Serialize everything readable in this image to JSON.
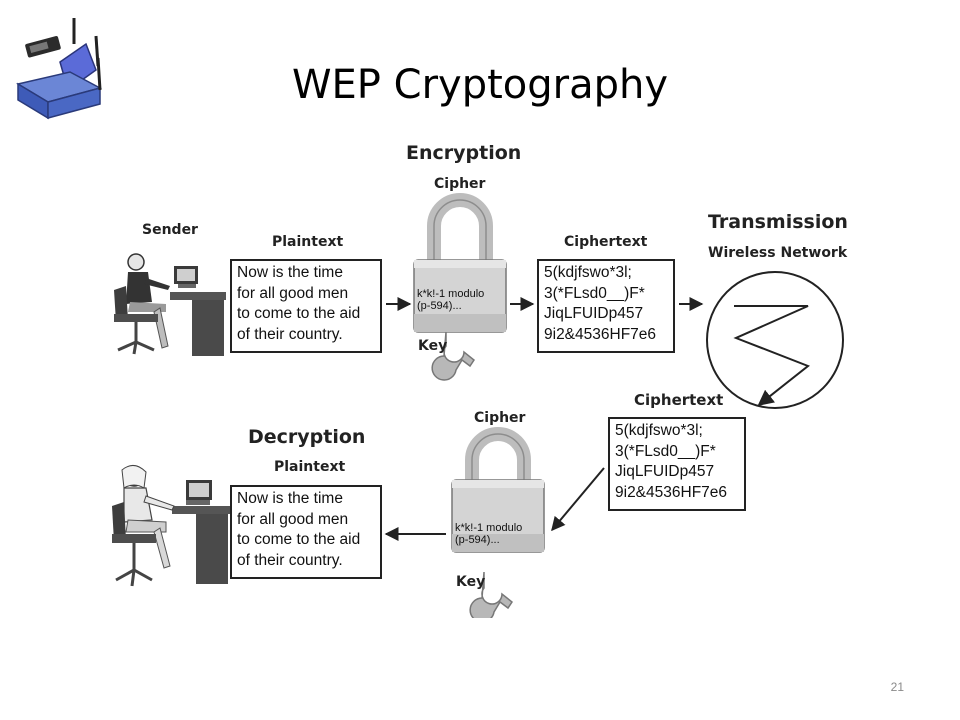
{
  "title": "WEP Cryptography",
  "page_number": "21",
  "router_icon": "wireless-router-icon",
  "encryption": {
    "heading": "Encryption",
    "sender_label": "Sender",
    "plaintext_label": "Plaintext",
    "plaintext": "Now is the time\nfor all good men\nto come to the aid\nof their country.",
    "cipher_label": "Cipher",
    "key_text": "k*k!-1 modulo\n(p-594)...",
    "key_label": "Key",
    "ciphertext_label": "Ciphertext",
    "ciphertext": "5(kdjfswo*3l;\n3(*FLsd0__)F*\nJiqLFUIDp457\n9i2&4536HF7e6"
  },
  "transmission": {
    "heading": "Transmission",
    "subheading": "Wireless Network"
  },
  "decryption": {
    "heading": "Decryption",
    "ciphertext_label": "Ciphertext",
    "ciphertext": "5(kdjfswo*3l;\n3(*FLsd0__)F*\nJiqLFUIDp457\n9i2&4536HF7e6",
    "cipher_label": "Cipher",
    "key_text": "k*k!-1 modulo\n(p-594)...",
    "key_label": "Key",
    "plaintext_label": "Plaintext",
    "plaintext": "Now is the time\nfor all good men\nto come to the aid\nof their country."
  }
}
